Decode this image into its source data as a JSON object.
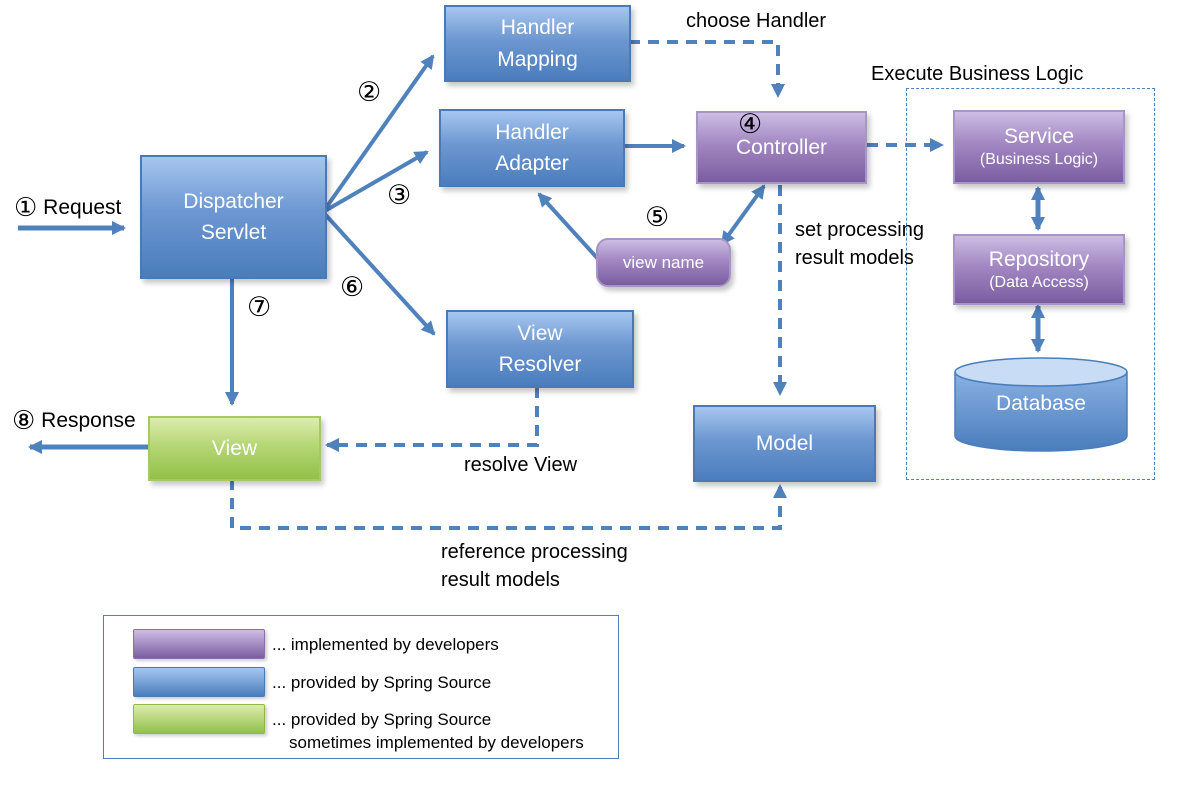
{
  "nodes": {
    "dispatcher_servlet": {
      "label": "Dispatcher Servlet"
    },
    "handler_mapping": {
      "label": "Handler Mapping"
    },
    "handler_adapter": {
      "label": "Handler Adapter"
    },
    "controller": {
      "label": "Controller"
    },
    "view_name": {
      "label": "view name"
    },
    "view_resolver": {
      "label": "View Resolver"
    },
    "view": {
      "label": "View"
    },
    "model": {
      "label": "Model"
    },
    "service": {
      "label": "Service",
      "sublabel": "(Business Logic)"
    },
    "repository": {
      "label": "Repository",
      "sublabel": "(Data Access)"
    },
    "database": {
      "label": "Database"
    }
  },
  "steps": {
    "s1": {
      "num": "①",
      "label": "Request"
    },
    "s2": {
      "num": "②"
    },
    "s3": {
      "num": "③"
    },
    "s4": {
      "num": "④"
    },
    "s5": {
      "num": "⑤"
    },
    "s6": {
      "num": "⑥"
    },
    "s7": {
      "num": "⑦"
    },
    "s8": {
      "num": "⑧",
      "label": "Response"
    }
  },
  "annotations": {
    "choose_handler": "choose Handler",
    "execute_business_logic": "Execute Business Logic",
    "set_processing_line1": "set processing",
    "set_processing_line2": "result models",
    "resolve_view": "resolve View",
    "reference_line1": "reference processing",
    "reference_line2": "result models"
  },
  "legend": {
    "items": [
      {
        "color": "purple",
        "text": "... implemented by developers"
      },
      {
        "color": "blue",
        "text": "... provided by Spring Source"
      },
      {
        "color": "green",
        "text": "... provided by Spring Source",
        "text2": "sometimes implemented by developers"
      }
    ]
  },
  "colors": {
    "blue_top": "#a6c6f0",
    "blue_bottom": "#4a7dbd",
    "purple_top": "#cdbde4",
    "purple_bottom": "#7a5da0",
    "green_top": "#ddecae",
    "green_bottom": "#92c149",
    "arrow": "#4f81bd",
    "cylinder_top": "#c9dcf5",
    "outline": "#4a79b5"
  }
}
